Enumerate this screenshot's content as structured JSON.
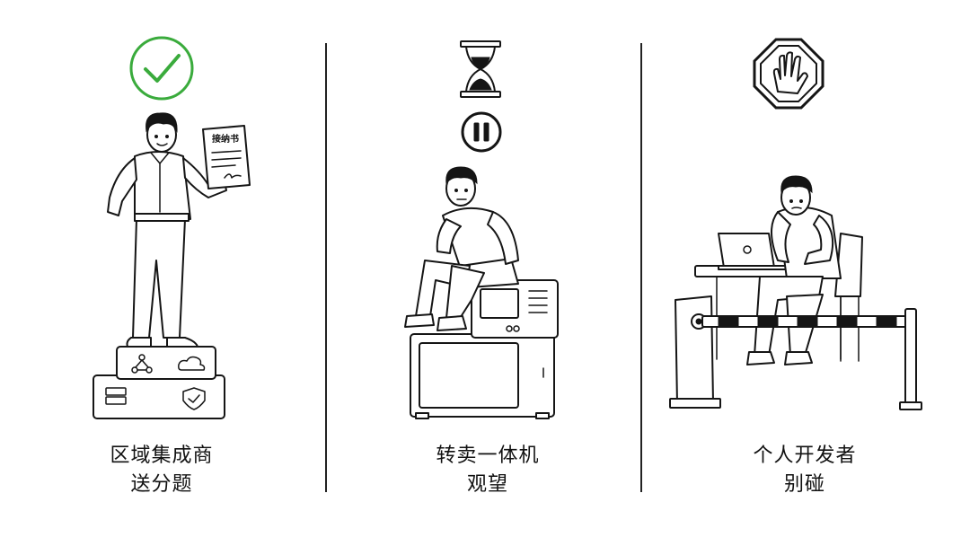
{
  "panels": [
    {
      "status_icon": "check-circle-icon",
      "status_color": "#3aab3c",
      "document_label": "接纳书",
      "caption_line1": "区域集成商",
      "caption_line2": "送分题"
    },
    {
      "status_icon": "hourglass-icon",
      "secondary_icon": "pause-icon",
      "caption_line1": "转卖一体机",
      "caption_line2": "观望"
    },
    {
      "status_icon": "stop-hand-icon",
      "caption_line1": "个人开发者",
      "caption_line2": "别碰"
    }
  ]
}
